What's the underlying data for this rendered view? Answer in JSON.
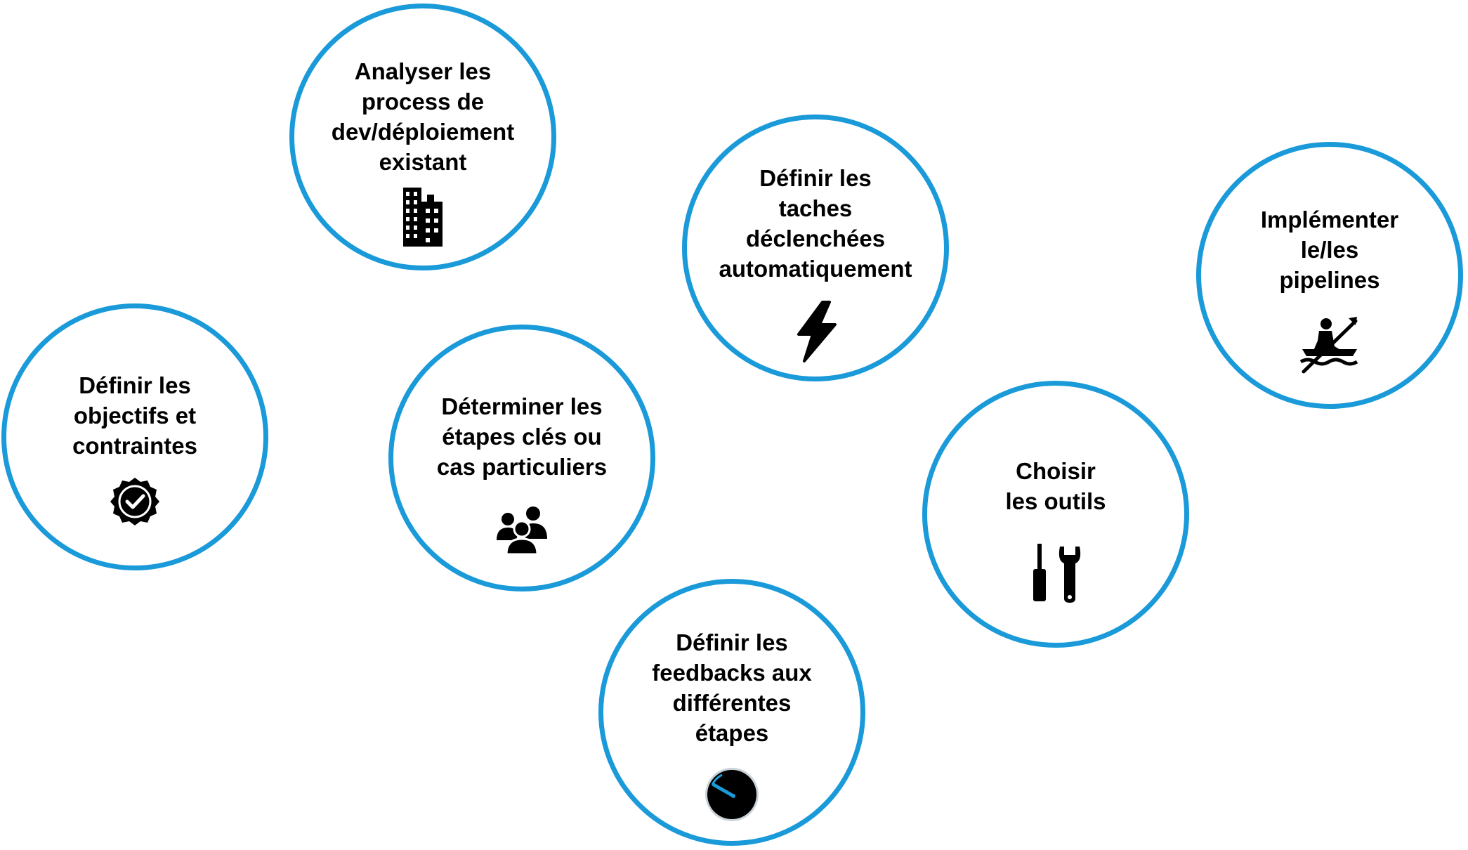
{
  "colors": {
    "ring": "#1a9ad9",
    "icon": "#000000",
    "accent": "#1a9ad9"
  },
  "steps": [
    {
      "label": "Analyser les\nprocess de\ndev/déploiement\nexistant",
      "icon": "buildings-icon"
    },
    {
      "label": "Définir les\ntaches\ndéclenchées\nautomatiquement",
      "icon": "lightning-icon"
    },
    {
      "label": "Implémenter\nle/les\npipelines",
      "icon": "kayak-icon"
    },
    {
      "label": "Définir les\nobjectifs et\ncontraintes",
      "icon": "badge-check-icon"
    },
    {
      "label": "Déterminer les\nétapes clés ou\ncas particuliers",
      "icon": "group-icon"
    },
    {
      "label": "Choisir\nles outils",
      "icon": "tools-icon"
    },
    {
      "label": "Définir les\nfeedbacks aux\ndifférentes\nétapes",
      "icon": "gauge-icon"
    }
  ]
}
